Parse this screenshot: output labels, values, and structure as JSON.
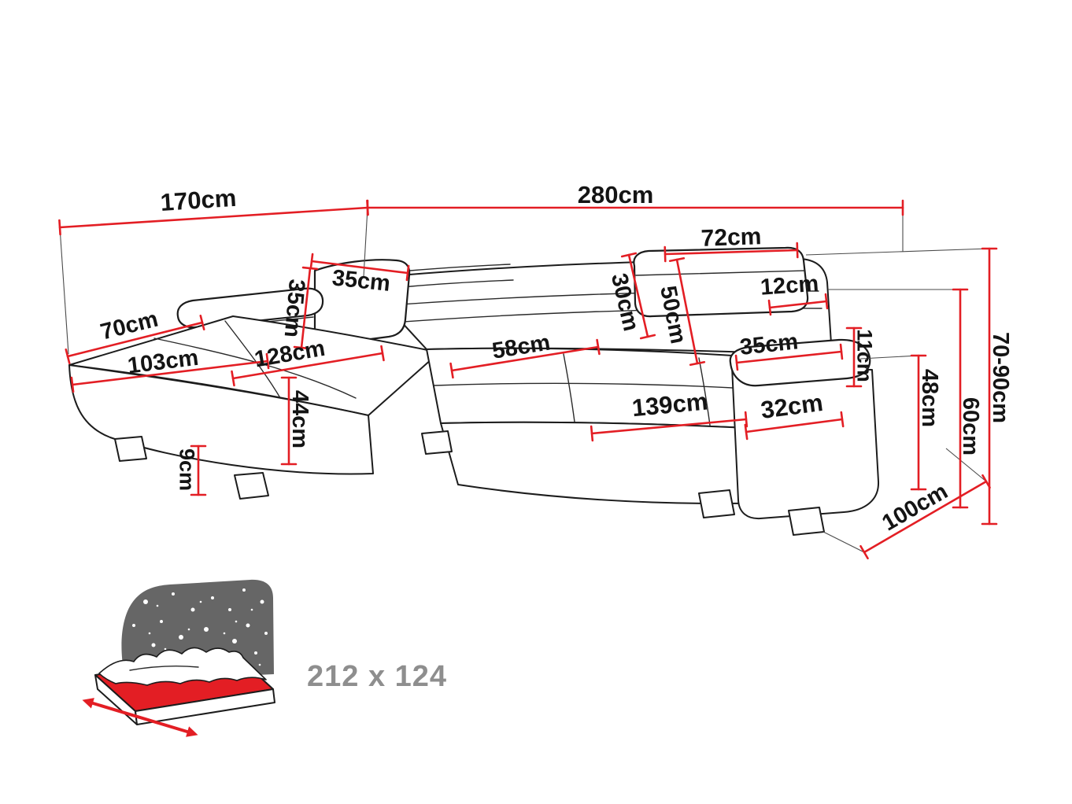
{
  "diagram": {
    "type": "corner-sofa-dimension-diagram",
    "unit": "cm",
    "colors": {
      "dimension": "#e31e24",
      "outline": "#1c1c1c",
      "star_panel": "#666666",
      "sleeping_label": "#8e8e8e"
    },
    "dimensions": {
      "back_width_left": "170cm",
      "back_width_right": "280cm",
      "headrest_width": "72cm",
      "headrest_depth": "12cm",
      "cushion_width": "35cm",
      "cushion_height": "35cm",
      "headrest_height": "30cm",
      "backrest_height": "50cm",
      "chaise_end_width": "70cm",
      "chaise_seat_width": "103cm",
      "chaise_length": "128cm",
      "seat_depth": "58cm",
      "seat_width": "139cm",
      "armrest_inner_width": "32cm",
      "armrest_top_width": "35cm",
      "armrest_above_seat": "11cm",
      "seat_front_height": "44cm",
      "leg_height": "9cm",
      "seat_height": "48cm",
      "armrest_height": "60cm",
      "total_height": "70-90cm",
      "total_depth": "100cm"
    },
    "sleeping_area": {
      "label": "212 x 124"
    }
  }
}
